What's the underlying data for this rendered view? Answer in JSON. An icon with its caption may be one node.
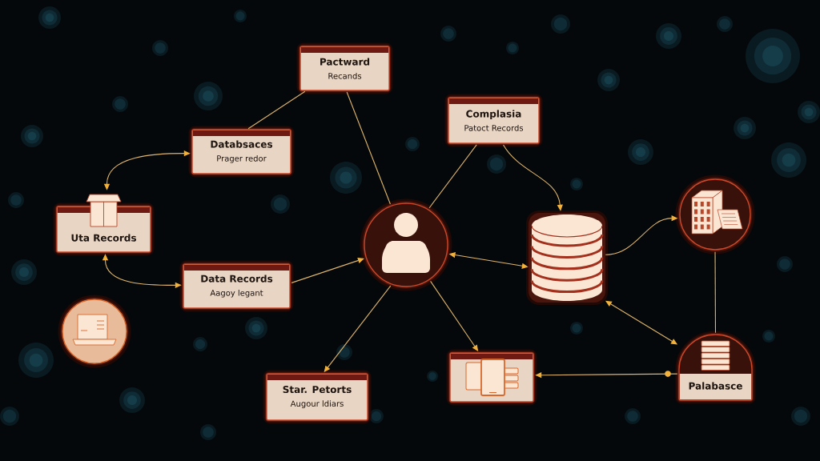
{
  "diagram": {
    "nodes": [
      {
        "text": [
          "Pactward",
          "Recands"
        ]
      },
      {
        "text": [
          "Databsaces",
          "Prager redor"
        ]
      },
      {
        "text": [
          "Uta Records"
        ]
      },
      {
        "text": [
          "Data Records",
          "Aagoy legant"
        ]
      },
      {
        "text": [],
        "shape": "circle"
      },
      {
        "text": [
          "Complasia",
          "Patoct Records"
        ]
      },
      {
        "text": [],
        "shape": "cylinder"
      },
      {
        "text": [],
        "shape": "circle"
      },
      {
        "text": [
          "Palabasce"
        ]
      },
      {
        "text": [],
        "shape": "box"
      },
      {
        "text": [
          "Star. Petorts",
          "Augour ldiars"
        ]
      },
      {
        "text": [],
        "shape": "circle"
      }
    ],
    "edges": [
      {
        "from": 0,
        "to": 1,
        "arrow": "none"
      },
      {
        "from": 0,
        "to": 4,
        "arrow": "none"
      },
      {
        "from": 1,
        "to": 2,
        "arrow": "both"
      },
      {
        "from": 2,
        "to": 3,
        "arrow": "both"
      },
      {
        "from": 3,
        "to": 4,
        "arrow": "to"
      },
      {
        "from": 5,
        "to": 4,
        "arrow": "none"
      },
      {
        "from": 5,
        "to": 6,
        "arrow": "to"
      },
      {
        "from": 4,
        "to": 6,
        "arrow": "both"
      },
      {
        "from": 6,
        "to": 7,
        "arrow": "to"
      },
      {
        "from": 7,
        "to": 8,
        "arrow": "none"
      },
      {
        "from": 6,
        "to": 8,
        "arrow": "both"
      },
      {
        "from": 8,
        "to": 9,
        "arrow": "to"
      },
      {
        "from": 4,
        "to": 9,
        "arrow": "to"
      },
      {
        "from": 4,
        "to": 10,
        "arrow": "to"
      }
    ]
  }
}
